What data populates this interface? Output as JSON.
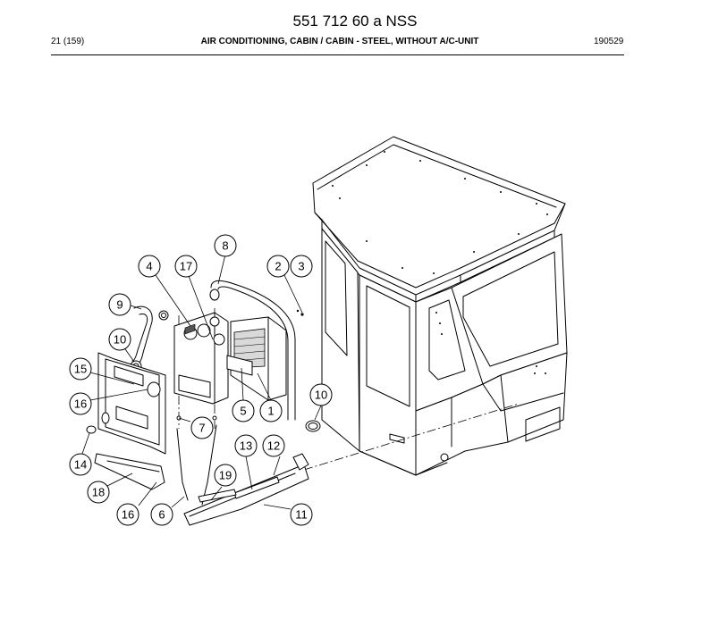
{
  "document": {
    "title": "551 712 60 a NSS",
    "page": "21 (159)",
    "heading": "AIR CONDITIONING, CABIN / CABIN - STEEL, WITHOUT A/C-UNIT",
    "date": "190529"
  },
  "callouts": [
    {
      "id": "c8",
      "label": "8"
    },
    {
      "id": "c4",
      "label": "4"
    },
    {
      "id": "c17",
      "label": "17"
    },
    {
      "id": "c2",
      "label": "2"
    },
    {
      "id": "c3",
      "label": "3"
    },
    {
      "id": "c9",
      "label": "9"
    },
    {
      "id": "c10a",
      "label": "10"
    },
    {
      "id": "c15",
      "label": "15"
    },
    {
      "id": "c16a",
      "label": "16"
    },
    {
      "id": "c10b",
      "label": "10"
    },
    {
      "id": "c5",
      "label": "5"
    },
    {
      "id": "c1",
      "label": "1"
    },
    {
      "id": "c7",
      "label": "7"
    },
    {
      "id": "c13",
      "label": "13"
    },
    {
      "id": "c12",
      "label": "12"
    },
    {
      "id": "c14",
      "label": "14"
    },
    {
      "id": "c19",
      "label": "19"
    },
    {
      "id": "c18",
      "label": "18"
    },
    {
      "id": "c16b",
      "label": "16"
    },
    {
      "id": "c6",
      "label": "6"
    },
    {
      "id": "c11",
      "label": "11"
    }
  ]
}
